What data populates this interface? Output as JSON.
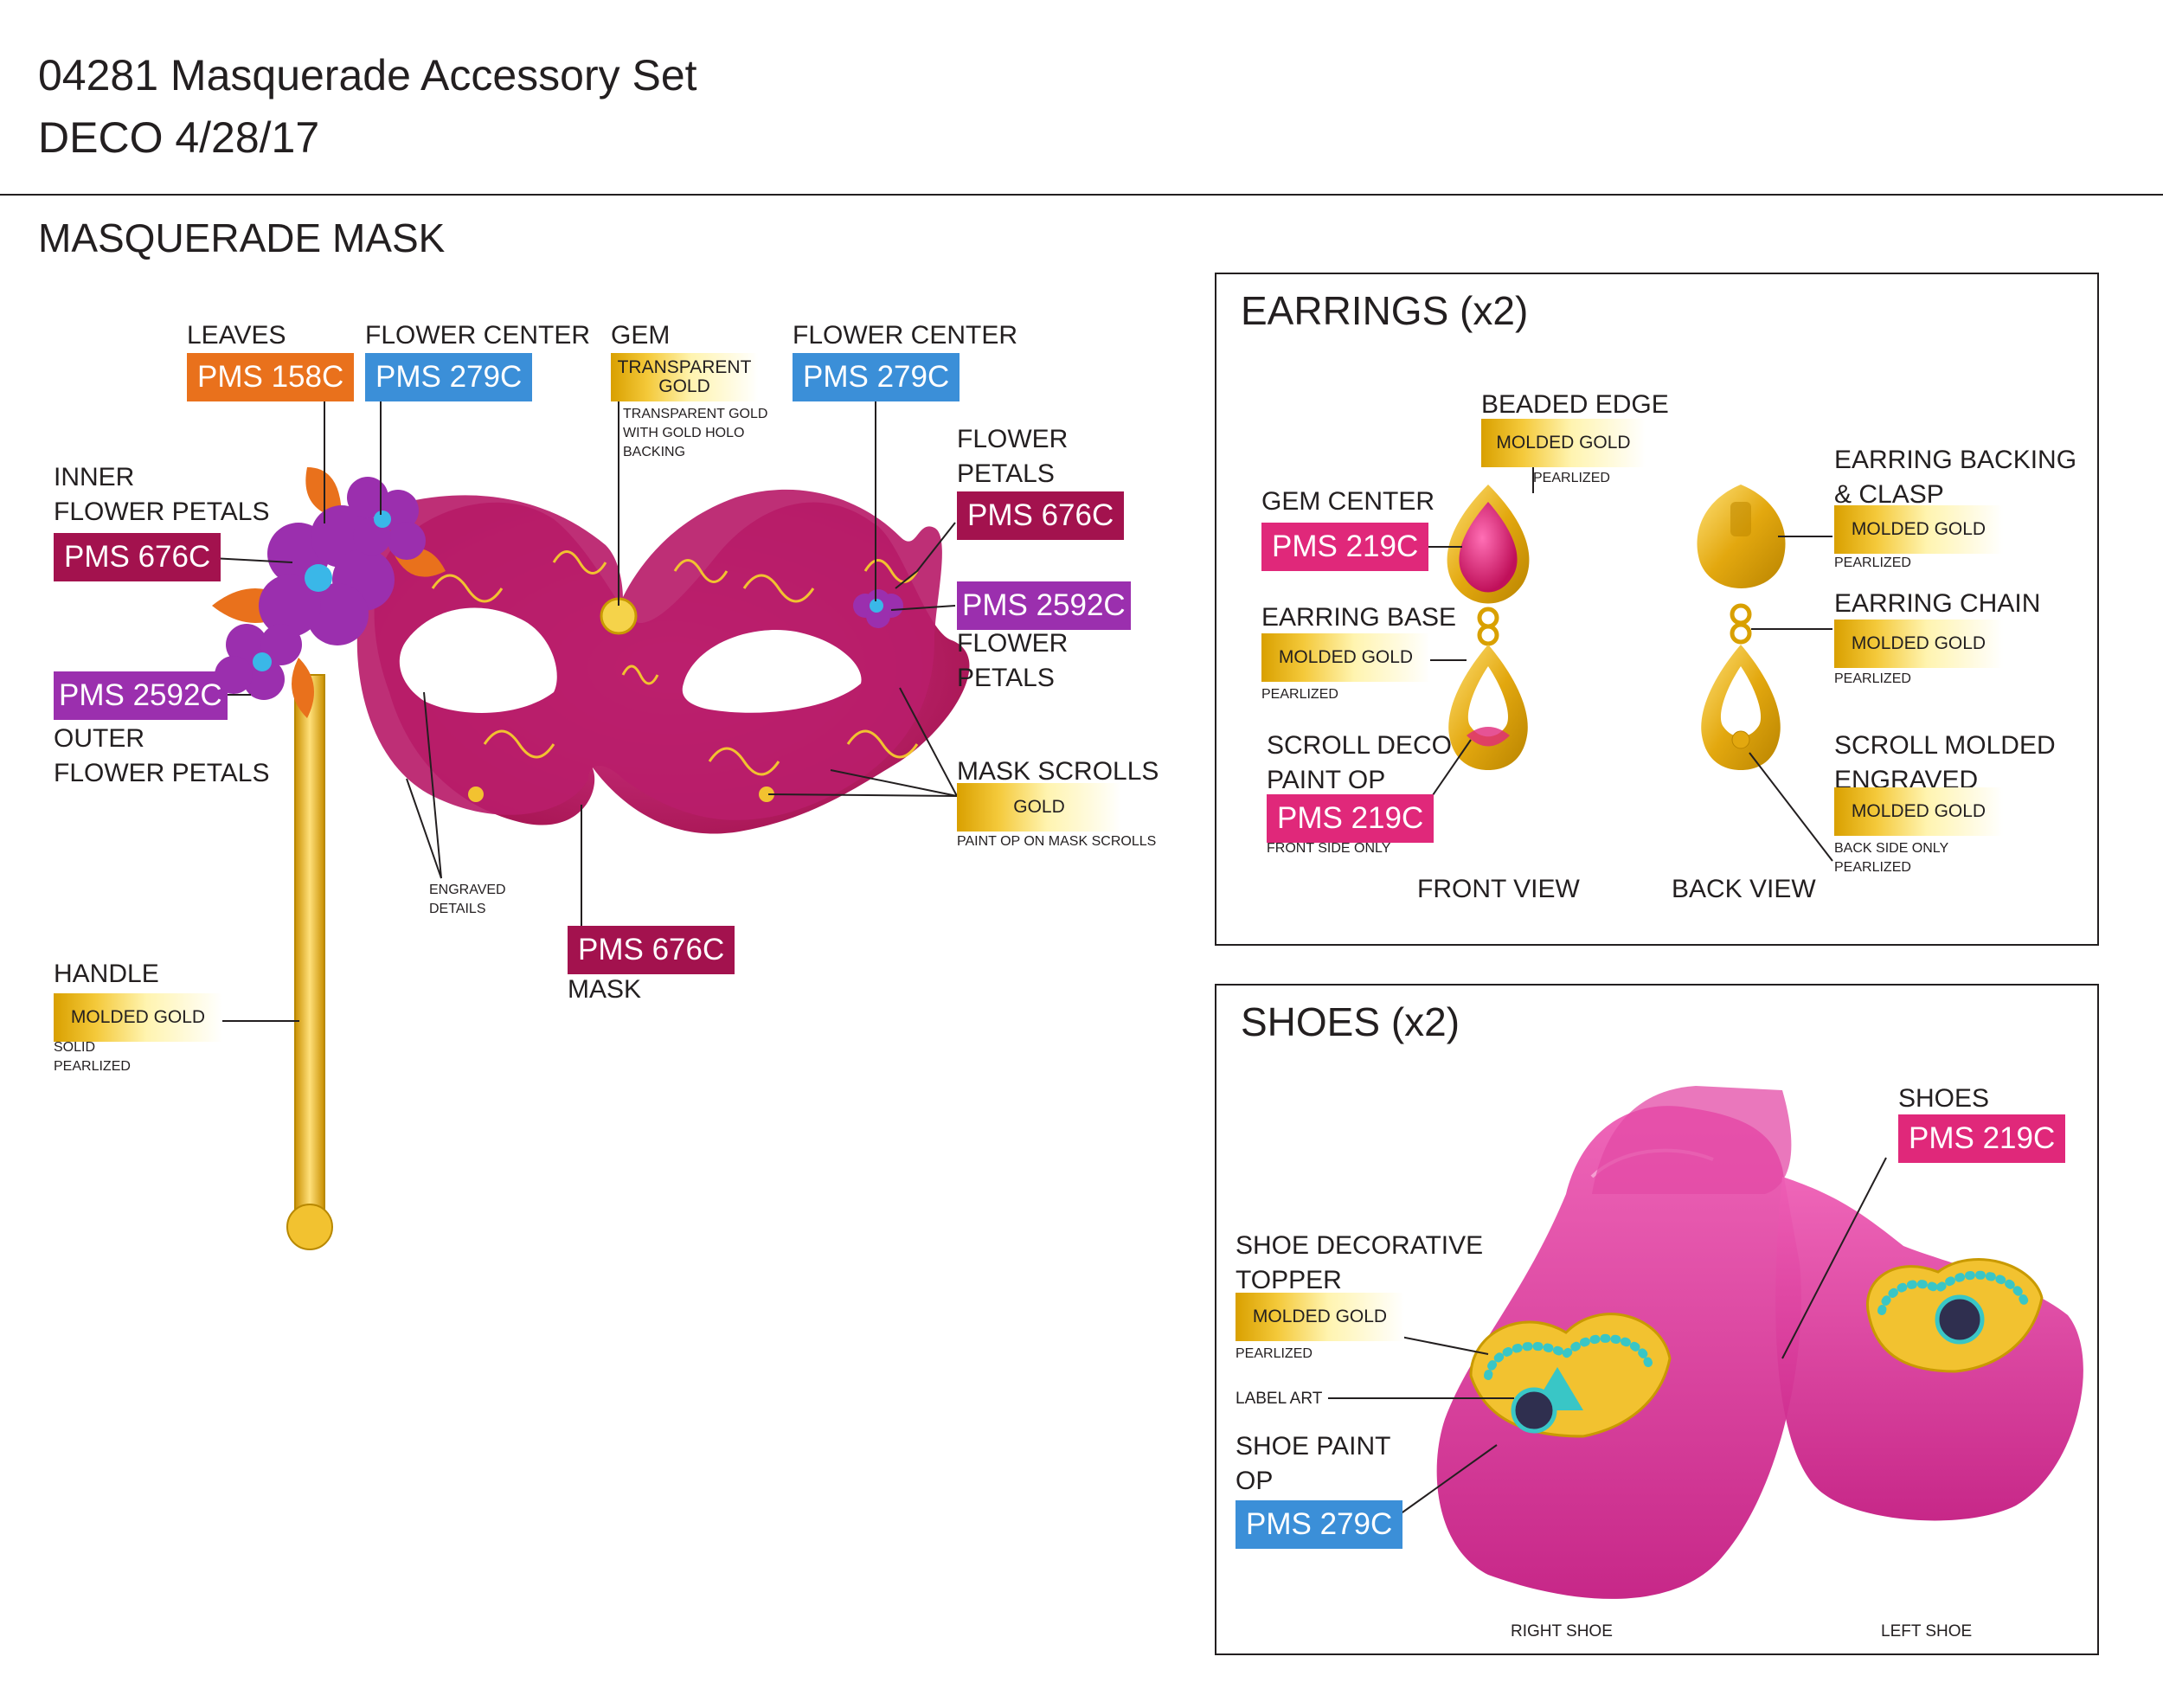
{
  "header": {
    "title_line1": "04281 Masquerade Accessory Set",
    "title_line2": "DECO  4/28/17"
  },
  "colors": {
    "pms_158c": "#e9711c",
    "pms_279c": "#3b8fd8",
    "pms_676c": "#a3124e",
    "pms_2592c": "#9b2fae",
    "pms_219c": "#e0287a",
    "gold": "#f2c230"
  },
  "mask": {
    "section_title": "MASQUERADE MASK",
    "leaves": {
      "label": "LEAVES",
      "swatch": "PMS 158C"
    },
    "flower_center_left": {
      "label": "FLOWER CENTER",
      "swatch": "PMS 279C"
    },
    "gem": {
      "label": "GEM",
      "swatch_line1": "TRANSPARENT",
      "swatch_line2": "GOLD",
      "note_line1": "TRANSPARENT GOLD",
      "note_line2": "WITH GOLD HOLO",
      "note_line3": "BACKING"
    },
    "flower_center_right": {
      "label": "FLOWER CENTER",
      "swatch": "PMS 279C"
    },
    "flower_petals_top": {
      "label_line1": "FLOWER",
      "label_line2": "PETALS",
      "swatch": "PMS 676C"
    },
    "flower_petals_right": {
      "swatch": "PMS 2592C",
      "label_line1": "FLOWER",
      "label_line2": "PETALS"
    },
    "inner_petals": {
      "label_line1": "INNER",
      "label_line2": "FLOWER PETALS",
      "swatch": "PMS 676C"
    },
    "outer_petals": {
      "swatch": "PMS 2592C",
      "label_line1": "OUTER",
      "label_line2": "FLOWER PETALS"
    },
    "mask_scrolls": {
      "label": "MASK SCROLLS",
      "swatch": "GOLD",
      "note": "PAINT OP ON MASK SCROLLS"
    },
    "engraved": {
      "line1": "ENGRAVED",
      "line2": "DETAILS"
    },
    "mask_color": {
      "swatch": "PMS 676C",
      "label": "MASK"
    },
    "handle": {
      "label": "HANDLE",
      "swatch": "MOLDED GOLD",
      "note_line1": "SOLID",
      "note_line2": "PEARLIZED"
    }
  },
  "earrings": {
    "title": "EARRINGS (x2)",
    "beaded_edge": {
      "label": "BEADED EDGE",
      "swatch": "MOLDED GOLD",
      "note": "PEARLIZED"
    },
    "gem_center": {
      "label": "GEM CENTER",
      "swatch": "PMS 219C"
    },
    "earring_base": {
      "label": "EARRING BASE",
      "swatch": "MOLDED GOLD",
      "note": "PEARLIZED"
    },
    "scroll_deco": {
      "label_line1": "SCROLL DECO",
      "label_line2": "PAINT OP",
      "swatch": "PMS 219C",
      "note": "FRONT SIDE ONLY"
    },
    "backing": {
      "label_line1": "EARRING BACKING",
      "label_line2": "& CLASP",
      "swatch": "MOLDED GOLD",
      "note": "PEARLIZED"
    },
    "chain": {
      "label": "EARRING CHAIN",
      "swatch": "MOLDED GOLD",
      "note": "PEARLIZED"
    },
    "scroll_molded": {
      "label_line1": "SCROLL MOLDED",
      "label_line2": "ENGRAVED",
      "swatch": "MOLDED GOLD",
      "note_line1": "BACK SIDE ONLY",
      "note_line2": "PEARLIZED"
    },
    "front_view": "FRONT VIEW",
    "back_view": "BACK VIEW"
  },
  "shoes": {
    "title": "SHOES (x2)",
    "shoes_label": "SHOES",
    "shoes_swatch": "PMS 219C",
    "topper": {
      "label_line1": "SHOE DECORATIVE",
      "label_line2": "TOPPER",
      "swatch": "MOLDED GOLD",
      "note": "PEARLIZED"
    },
    "label_art": "LABEL ART",
    "paint_op": {
      "label_line1": "SHOE PAINT",
      "label_line2": "OP",
      "swatch": "PMS 279C"
    },
    "right_shoe": "RIGHT SHOE",
    "left_shoe": "LEFT SHOE"
  }
}
